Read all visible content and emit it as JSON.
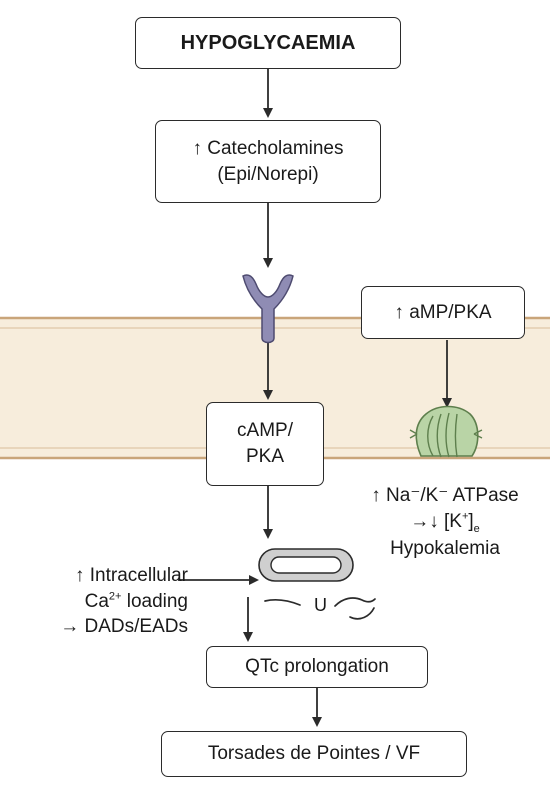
{
  "boxes": {
    "hypoglycaemia": "HYPOGLYCAEMIA",
    "catecholamines_line1": "↑ Catecholamines",
    "catecholamines_line2": "(Epi/Norepi)",
    "amp_pka": "↑ aMP/PKA",
    "camp_line1": "cAMP/",
    "camp_line2": "PKA",
    "qtc": "QTc prolongation",
    "torsades": "Torsades de Pointes / VF"
  },
  "labels": {
    "atpase_line1": "↑ Na⁻/K⁻ ATPase",
    "atpase_arrows": "→↓ [K",
    "atpase_plus": "+",
    "atpase_bracket": "]",
    "atpase_sub": "e",
    "hypokalemia": "Hypokalemia",
    "intracellular": "↑ Intracellular",
    "ca_base": "Ca",
    "ca_sup": "2+",
    "ca_loading": " loading",
    "dads": "→ DADs/EADs",
    "squiggle": "U"
  },
  "colors": {
    "membrane_fill": "#f7eddc",
    "membrane_line": "#c9a57a",
    "receptor": "#8f8cb4",
    "pump_fill": "#b9d4a6",
    "pump_stroke": "#5e7f4d",
    "organelle_fill": "#cfcfcf"
  },
  "icons": [
    "receptor-icon",
    "ion-pump-icon",
    "sarcoplasmic-reticulum-icon",
    "ecg-squiggle-icon"
  ]
}
